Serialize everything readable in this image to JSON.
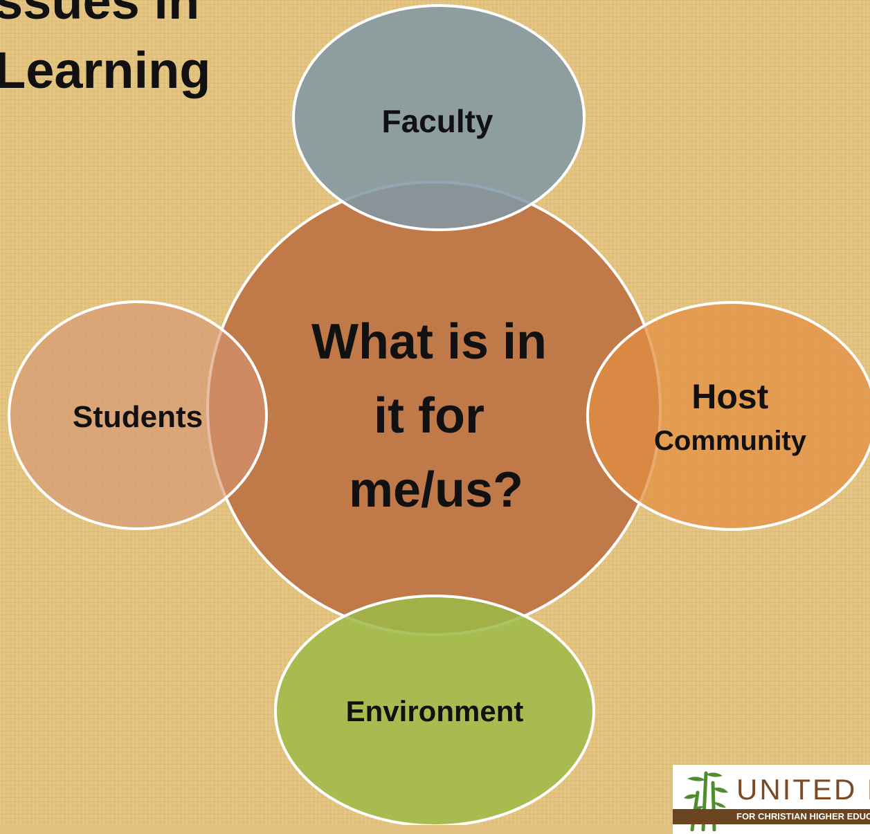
{
  "slide": {
    "title_line1": "ssues in",
    "title_line2": "Learning"
  },
  "diagram": {
    "center": {
      "label_lines": [
        "What is in",
        "it for",
        "me/us?"
      ],
      "color": "#b8693d"
    },
    "nodes": {
      "top": {
        "label_lines": [
          "Faculty"
        ],
        "color": "#7f98a6"
      },
      "left": {
        "label_lines": [
          "Students"
        ],
        "color": "#d79472"
      },
      "right": {
        "label_lines": [
          "Host",
          "Community"
        ],
        "color": "#e38f43"
      },
      "bottom": {
        "label_lines": [
          "Environment"
        ],
        "color": "#9cba48"
      }
    }
  },
  "logo": {
    "wordmark": "UNITED B",
    "tagline": "FOR CHRISTIAN HIGHER EDUCATION",
    "icon": "bamboo-icon",
    "colors": {
      "brand": "#7a4a24",
      "mark": "#4f8d2e"
    }
  }
}
